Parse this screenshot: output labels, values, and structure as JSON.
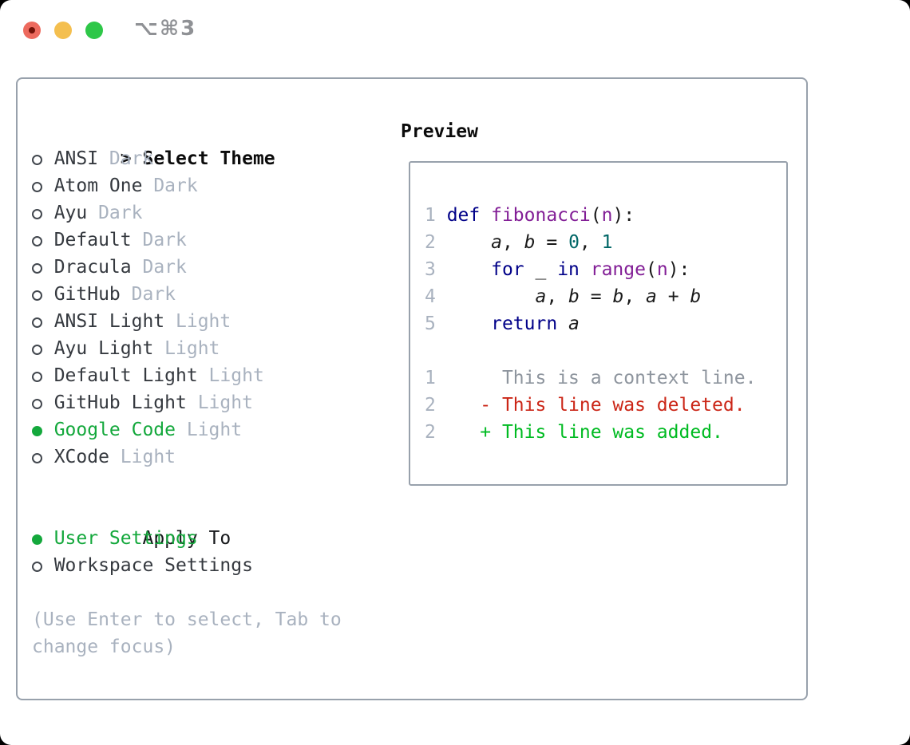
{
  "window": {
    "title": "⌥⌘3",
    "controls": [
      {
        "name": "close",
        "color": "#ed6a5e"
      },
      {
        "name": "minimize",
        "color": "#f4bf4f"
      },
      {
        "name": "zoom",
        "color": "#2ec748"
      }
    ]
  },
  "theme_panel": {
    "prompt": ">",
    "header": "Select Theme",
    "items": [
      {
        "name": "ANSI",
        "variant": "Dark",
        "selected": false
      },
      {
        "name": "Atom One",
        "variant": "Dark",
        "selected": false
      },
      {
        "name": "Ayu",
        "variant": "Dark",
        "selected": false
      },
      {
        "name": "Default",
        "variant": "Dark",
        "selected": false
      },
      {
        "name": "Dracula",
        "variant": "Dark",
        "selected": false
      },
      {
        "name": "GitHub",
        "variant": "Dark",
        "selected": false
      },
      {
        "name": "ANSI Light",
        "variant": "Light",
        "selected": false
      },
      {
        "name": "Ayu Light",
        "variant": "Light",
        "selected": false
      },
      {
        "name": "Default Light",
        "variant": "Light",
        "selected": false
      },
      {
        "name": "GitHub Light",
        "variant": "Light",
        "selected": false
      },
      {
        "name": "Google Code",
        "variant": "Light",
        "selected": true
      },
      {
        "name": "XCode",
        "variant": "Light",
        "selected": false
      }
    ]
  },
  "apply_panel": {
    "header": "Apply To",
    "items": [
      {
        "name": "User Settings",
        "selected": true
      },
      {
        "name": "Workspace Settings",
        "selected": false
      }
    ]
  },
  "hint_lines": [
    "(Use Enter to select, Tab to",
    "change focus)"
  ],
  "preview": {
    "header": "Preview",
    "lines": [
      {
        "tokens": [
          {
            "t": "1 ",
            "c": "num"
          },
          {
            "t": "def ",
            "c": "kw"
          },
          {
            "t": "fibonacci",
            "c": "fn"
          },
          {
            "t": "(",
            "c": "pl"
          },
          {
            "t": "n",
            "c": "fn"
          },
          {
            "t": "):",
            "c": "pl"
          }
        ]
      },
      {
        "tokens": [
          {
            "t": "2 ",
            "c": "num"
          },
          {
            "t": "    ",
            "c": "pl"
          },
          {
            "t": "a",
            "c": "var"
          },
          {
            "t": ", ",
            "c": "pl"
          },
          {
            "t": "b",
            "c": "var"
          },
          {
            "t": " = ",
            "c": "pl"
          },
          {
            "t": "0",
            "c": "lit"
          },
          {
            "t": ", ",
            "c": "pl"
          },
          {
            "t": "1",
            "c": "lit"
          }
        ]
      },
      {
        "tokens": [
          {
            "t": "3 ",
            "c": "num"
          },
          {
            "t": "    ",
            "c": "pl"
          },
          {
            "t": "for ",
            "c": "kw"
          },
          {
            "t": "_ ",
            "c": "pl"
          },
          {
            "t": "in ",
            "c": "kw"
          },
          {
            "t": "range",
            "c": "fn"
          },
          {
            "t": "(",
            "c": "pl"
          },
          {
            "t": "n",
            "c": "fn"
          },
          {
            "t": "):",
            "c": "pl"
          }
        ]
      },
      {
        "tokens": [
          {
            "t": "4 ",
            "c": "num"
          },
          {
            "t": "        ",
            "c": "pl"
          },
          {
            "t": "a",
            "c": "var"
          },
          {
            "t": ", ",
            "c": "pl"
          },
          {
            "t": "b",
            "c": "var"
          },
          {
            "t": " = ",
            "c": "pl"
          },
          {
            "t": "b",
            "c": "var"
          },
          {
            "t": ", ",
            "c": "pl"
          },
          {
            "t": "a",
            "c": "var"
          },
          {
            "t": " + ",
            "c": "pl"
          },
          {
            "t": "b",
            "c": "var"
          }
        ]
      },
      {
        "tokens": [
          {
            "t": "5 ",
            "c": "num"
          },
          {
            "t": "    ",
            "c": "pl"
          },
          {
            "t": "return ",
            "c": "kw"
          },
          {
            "t": "a",
            "c": "var"
          }
        ]
      },
      {
        "tokens": []
      },
      {
        "tokens": [
          {
            "t": "1 ",
            "c": "num"
          },
          {
            "t": "     This is a context line.",
            "c": "ctx"
          }
        ]
      },
      {
        "tokens": [
          {
            "t": "2 ",
            "c": "num"
          },
          {
            "t": "   ",
            "c": "pl"
          },
          {
            "t": "- This line was deleted.",
            "c": "del"
          }
        ]
      },
      {
        "tokens": [
          {
            "t": "2 ",
            "c": "num"
          },
          {
            "t": "   ",
            "c": "pl"
          },
          {
            "t": "+ This line was added.",
            "c": "add"
          }
        ]
      }
    ]
  },
  "colors": {
    "selected_green": "#14a83c",
    "diff_added": "#00bb22",
    "diff_deleted": "#cb2617",
    "diff_context": "#8e959e",
    "code_keyword": "#000088",
    "code_function": "#821e96",
    "code_literal": "#006666",
    "line_number_gray": "#a9b2bf",
    "border_gray": "#98a1ac"
  }
}
